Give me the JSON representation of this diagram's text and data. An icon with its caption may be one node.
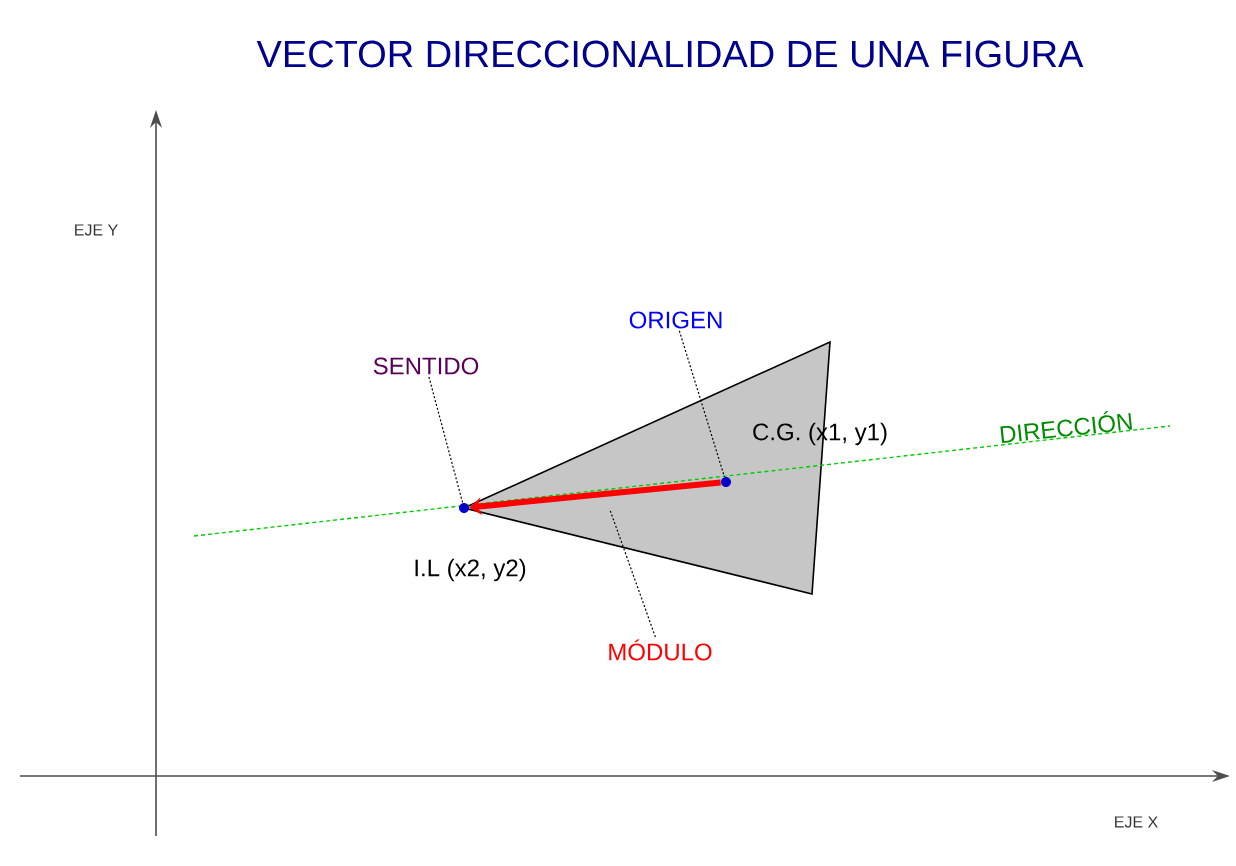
{
  "diagram": {
    "title": "VECTOR DIRECCIONALIDAD  DE UNA FIGURA",
    "nodes": [
      {
        "text": [],
        "shape": "circle",
        "beside": [
          "C.G. (x1, y1)"
        ]
      },
      {
        "text": [],
        "shape": "circle",
        "beside": [
          "I.L (x2, y2)"
        ]
      },
      {
        "text": [
          "SENTIDO"
        ]
      },
      {
        "text": [
          "ORIGEN"
        ]
      },
      {
        "text": [
          "MÓDULO"
        ]
      }
    ],
    "edges": [
      {
        "from": 0,
        "to": 1,
        "arrow": "to",
        "style": "thick",
        "color": "#ff0000"
      },
      {
        "from": 2,
        "to": 1,
        "arrow": "none",
        "style": "dashed"
      },
      {
        "from": 3,
        "to": 0,
        "arrow": "none",
        "style": "dashed"
      },
      {
        "from": 4,
        "to": null,
        "arrow": "none",
        "style": "dashed"
      }
    ],
    "labels": [
      "EJE Y",
      "DIRECCIÓN",
      "EJE X"
    ]
  }
}
